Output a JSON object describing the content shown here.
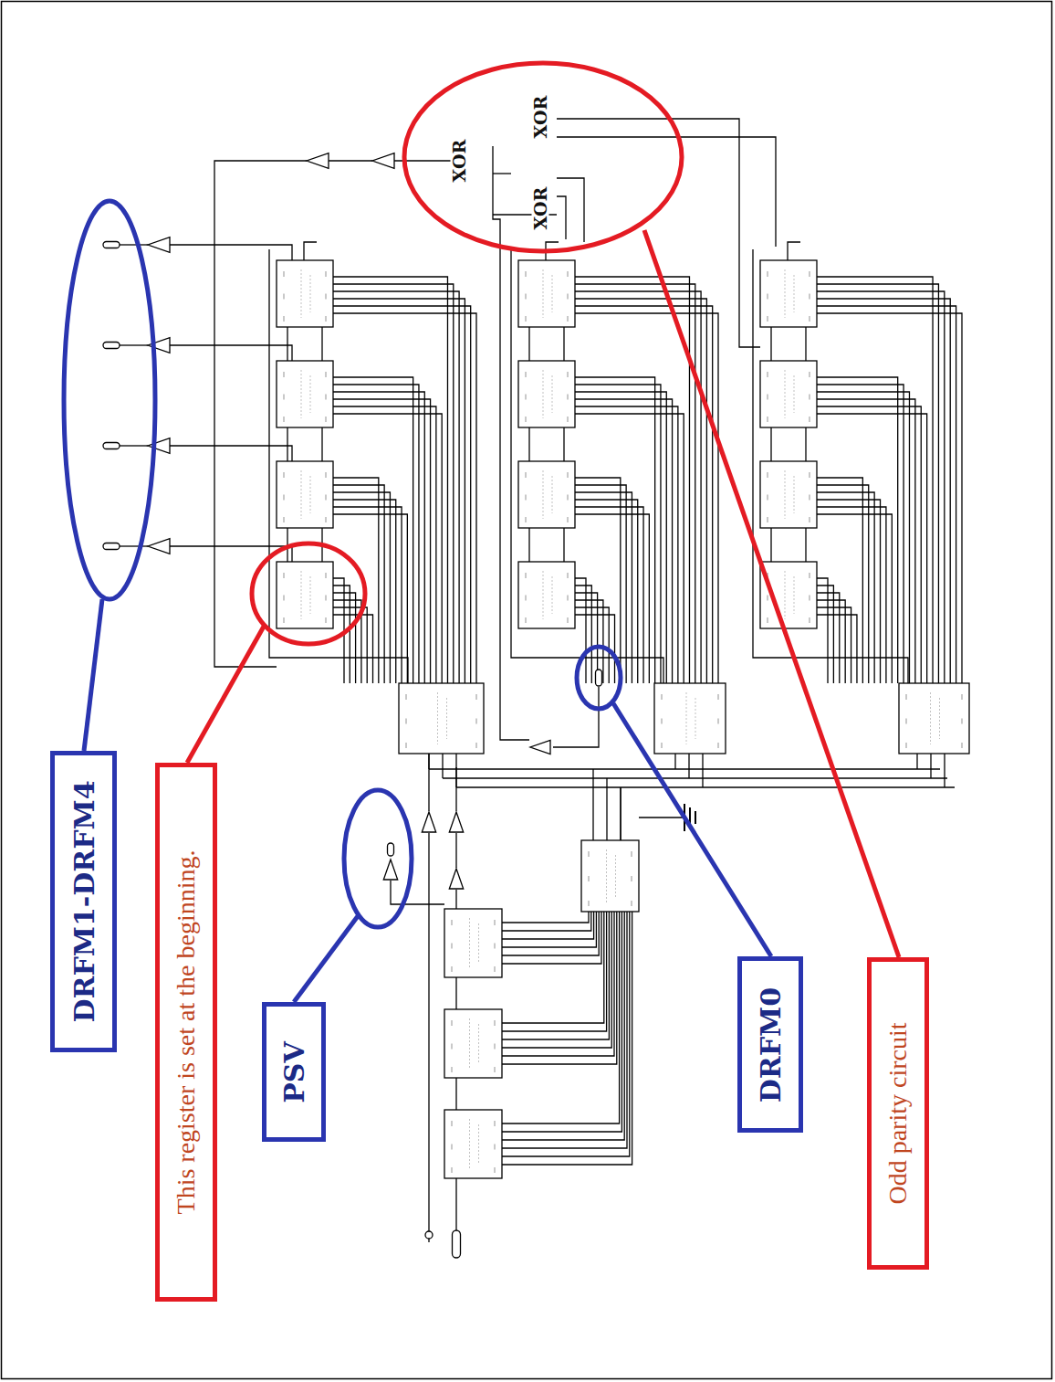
{
  "diagram": {
    "nodes": [
      {
        "text": [
          "DRFM1-DRFM4"
        ]
      },
      {
        "text": [
          "This register is set at the beginning."
        ]
      },
      {
        "text": [
          "PSV"
        ]
      },
      {
        "text": [
          "DRFM0"
        ]
      },
      {
        "text": [
          "Odd parity circuit"
        ]
      }
    ],
    "labels": [
      "XOR",
      "XOR",
      "XOR"
    ]
  }
}
